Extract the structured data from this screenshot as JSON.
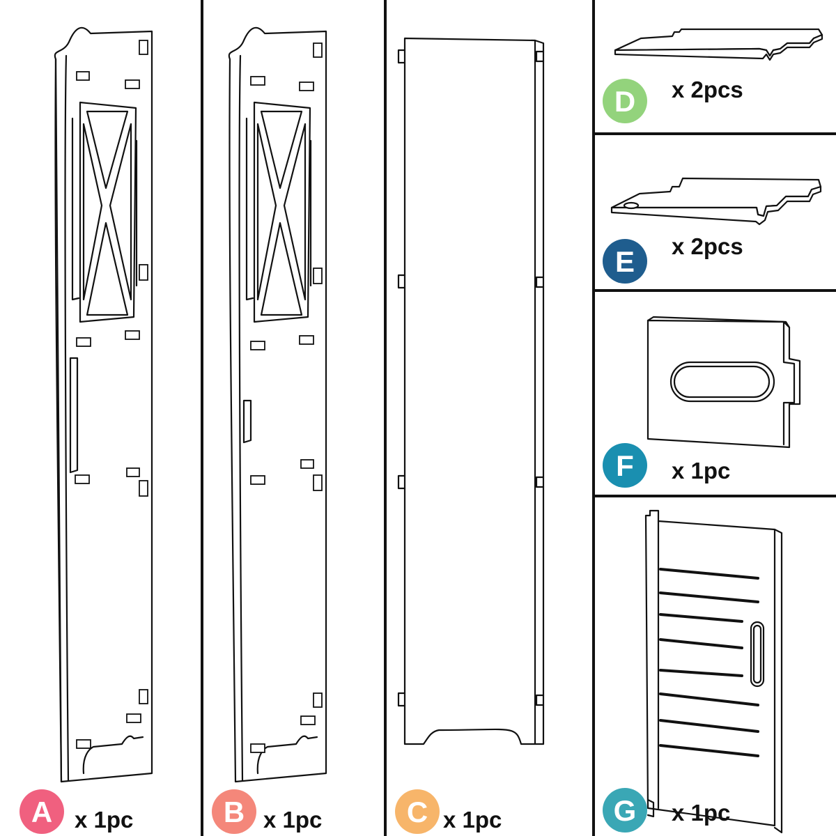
{
  "parts": [
    {
      "id": "A",
      "letter": "A",
      "quantity": "x 1pc",
      "color": "#f0607f"
    },
    {
      "id": "B",
      "letter": "B",
      "quantity": "x 1pc",
      "color": "#f4877a"
    },
    {
      "id": "C",
      "letter": "C",
      "quantity": "x 1pc",
      "color": "#f7b56a"
    },
    {
      "id": "D",
      "letter": "D",
      "quantity": "x 2pcs",
      "color": "#93d37c"
    },
    {
      "id": "E",
      "letter": "E",
      "quantity": "x 2pcs",
      "color": "#1f5d8e"
    },
    {
      "id": "F",
      "letter": "F",
      "quantity": "x 1pc",
      "color": "#1a8fb0"
    },
    {
      "id": "G",
      "letter": "G",
      "quantity": "x 1pc",
      "color": "#3aa7b5"
    }
  ]
}
